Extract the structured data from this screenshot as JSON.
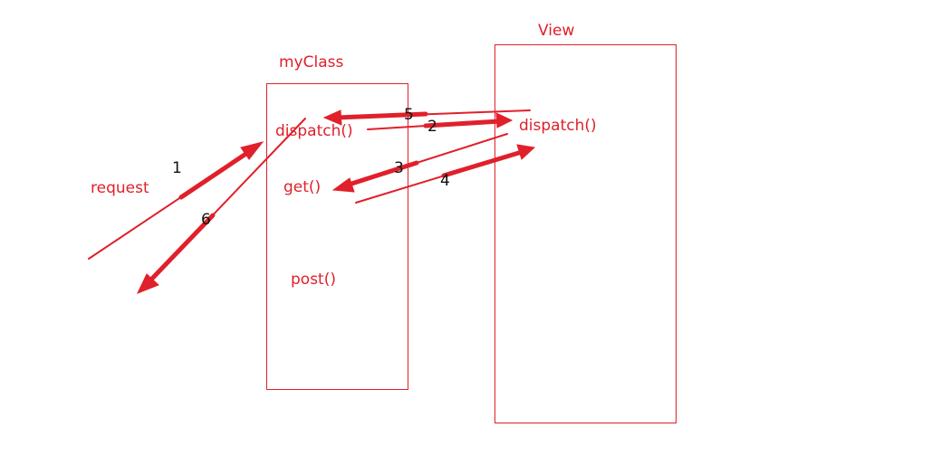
{
  "labels": {
    "my_class_title": "myClass",
    "view_title": "View",
    "request": "request",
    "myclass_dispatch": "dispatch()",
    "myclass_get": "get()",
    "myclass_post": "post()",
    "view_dispatch": "dispatch()"
  },
  "steps": {
    "s1": "1",
    "s2": "2",
    "s3": "3",
    "s4": "4",
    "s5": "5",
    "s6": "6"
  },
  "colors": {
    "accent": "#e0202a",
    "number_text": "#111111"
  }
}
